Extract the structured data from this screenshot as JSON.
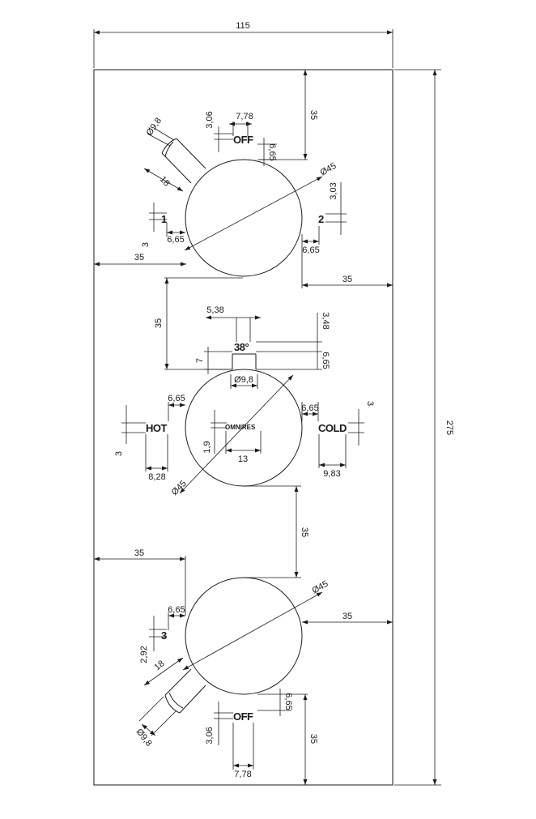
{
  "overall": {
    "width": "115",
    "height": "275"
  },
  "top_valve": {
    "off_label": "OFF",
    "pos1_label": "1",
    "pos2_label": "2",
    "dims": {
      "d306": "3,06",
      "d778": "7,78",
      "d665_off": "6,65",
      "d35_top": "35",
      "d98": "Ø9,8",
      "d18": "18",
      "d45": "Ø45",
      "d303": "3,03",
      "d3": "3",
      "d665_left": "6,65",
      "d665_right": "6,65",
      "d35_left": "35",
      "d35_right": "35"
    }
  },
  "mid_valve": {
    "temp_label": "38°",
    "hot_label": "HOT",
    "cold_label": "COLD",
    "brand_label": "OMNIRES",
    "dims": {
      "d538": "5,38",
      "d348": "3,48",
      "d7": "7",
      "d665_temp": "6,65",
      "d98": "Ø9,8",
      "d35_gap": "35",
      "d665_hot": "6,65",
      "d665_cold": "6,65",
      "d3_hot": "3",
      "d3_cold": "3",
      "d19": "1,9",
      "d13": "13",
      "d828": "8,28",
      "d983": "9,83",
      "d45": "Ø45"
    }
  },
  "bot_valve": {
    "off_label": "OFF",
    "pos3_label": "3",
    "dims": {
      "d35_gap": "35",
      "d35_left": "35",
      "d45": "Ø45",
      "d35_right": "35",
      "d665_3": "6,65",
      "d292": "2,92",
      "d18": "18",
      "d98": "Ø9,8",
      "d665_off": "6,65",
      "d306": "3,06",
      "d778": "7,78",
      "d35_bottom": "35"
    }
  }
}
